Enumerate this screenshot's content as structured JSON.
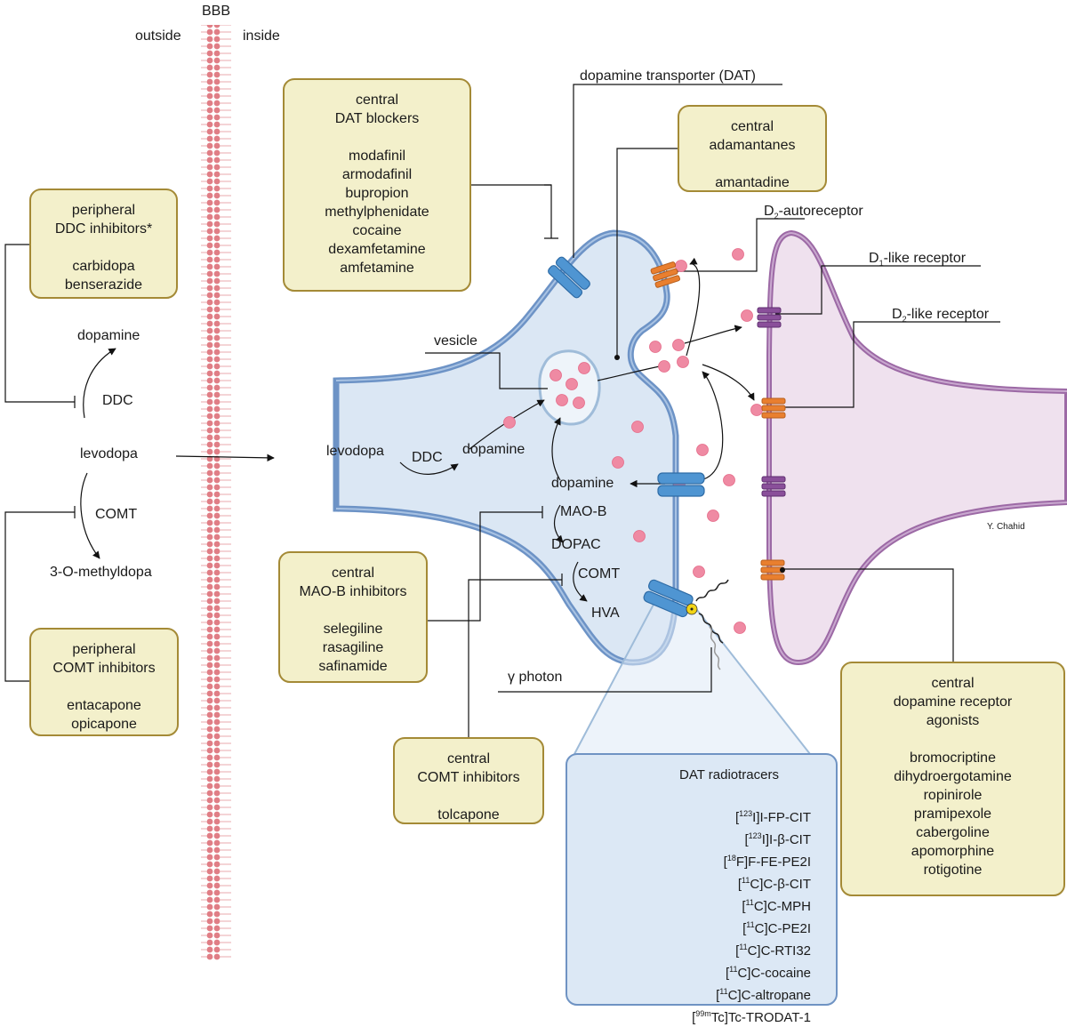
{
  "bbb": {
    "title": "BBB",
    "outside": "outside",
    "inside": "inside"
  },
  "pathway": {
    "dopamine": "dopamine",
    "ddc": "DDC",
    "levodopa": "levodopa",
    "comt": "COMT",
    "omethyldopa": "3-O-methyldopa"
  },
  "neuron": {
    "vesicle": "vesicle",
    "levodopa": "levodopa",
    "ddc": "DDC",
    "dopamine_a": "dopamine",
    "dopamine_b": "dopamine",
    "maob": "MAO-B",
    "dopac": "DOPAC",
    "comt": "COMT",
    "hva": "HVA",
    "gamma": "γ photon",
    "signature": "Y. Chahid"
  },
  "receptors": {
    "dat": "dopamine transporter (DAT)",
    "d2auto": "D",
    "d2auto_sub": "2",
    "d2auto_rest": "-autoreceptor",
    "d1": "D",
    "d1_sub": "1",
    "d1_rest": "-like receptor",
    "d2": "D",
    "d2_sub": "2",
    "d2_rest": "-like receptor"
  },
  "boxes": {
    "ddc_inhib": {
      "lines": [
        "peripheral",
        "DDC inhibitors*"
      ],
      "drugs": [
        "carbidopa",
        "benserazide"
      ]
    },
    "comt_periph": {
      "lines": [
        "peripheral",
        "COMT inhibitors"
      ],
      "drugs": [
        "entacapone",
        "opicapone"
      ]
    },
    "dat_blockers": {
      "lines": [
        "central",
        "DAT blockers"
      ],
      "drugs": [
        "modafinil",
        "armodafinil",
        "bupropion",
        "methylphenidate",
        "cocaine",
        "dexamfetamine",
        "amfetamine"
      ]
    },
    "adamantanes": {
      "lines": [
        "central",
        "adamantanes"
      ],
      "drugs": [
        "amantadine"
      ]
    },
    "maob_inhib": {
      "lines": [
        "central",
        "MAO-B inhibitors"
      ],
      "drugs": [
        "selegiline",
        "rasagiline",
        "safinamide"
      ]
    },
    "comt_central": {
      "lines": [
        "central",
        "COMT inhibitors"
      ],
      "drugs": [
        "tolcapone"
      ]
    },
    "agonists": {
      "lines": [
        "central",
        "dopamine receptor",
        "agonists"
      ],
      "drugs": [
        "bromocriptine",
        "dihydroergotamine",
        "ropinirole",
        "pramipexole",
        "cabergoline",
        "apomorphine",
        "rotigotine"
      ]
    }
  },
  "tracers": {
    "title": "DAT radiotracers",
    "items": [
      {
        "iso": "123",
        "rest": "I]I-FP-CIT"
      },
      {
        "iso": "123",
        "rest": "I]I-β-CIT"
      },
      {
        "iso": "18",
        "rest": "F]F-FE-PE2I"
      },
      {
        "iso": "11",
        "rest": "C]C-β-CIT"
      },
      {
        "iso": "11",
        "rest": "C]C-MPH"
      },
      {
        "iso": "11",
        "rest": "C]C-PE2I"
      },
      {
        "iso": "11",
        "rest": "C]C-RTI32"
      },
      {
        "iso": "11",
        "rest": "C]C-cocaine"
      },
      {
        "iso": "11",
        "rest": "C]C-altropane"
      },
      {
        "iso": "99m",
        "rest": "Tc]Tc-TRODAT-1"
      }
    ]
  },
  "colors": {
    "box_fill": "#f3f0cb",
    "box_border": "#a48a36",
    "neuron_fill": "#dbe7f4",
    "neuron_edge": "#6d93c6",
    "post_fill": "#efe1ee",
    "post_edge": "#9c69a5",
    "dopamine": "#ef8aa3",
    "transporter": "#4f95d2",
    "d2_receptor": "#e97f2f",
    "d1_receptor": "#8a4f9a"
  }
}
